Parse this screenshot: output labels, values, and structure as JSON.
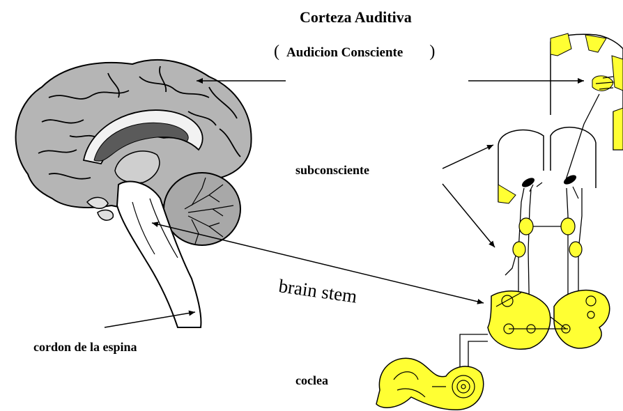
{
  "labels": {
    "title": "Corteza Auditiva",
    "open_paren": "(",
    "subtitle": "Audicion Consciente",
    "close_paren": ")",
    "subconsciente": "subconsciente",
    "brain_stem": "brain stem",
    "spinal_cord": "cordon de la espina",
    "coclea": "coclea"
  },
  "colors": {
    "pathway_highlight": "#ffff33",
    "brain_fill": "#b5b5b5",
    "ventricle_fill": "#5a5a5a",
    "background": "#ffffff"
  }
}
